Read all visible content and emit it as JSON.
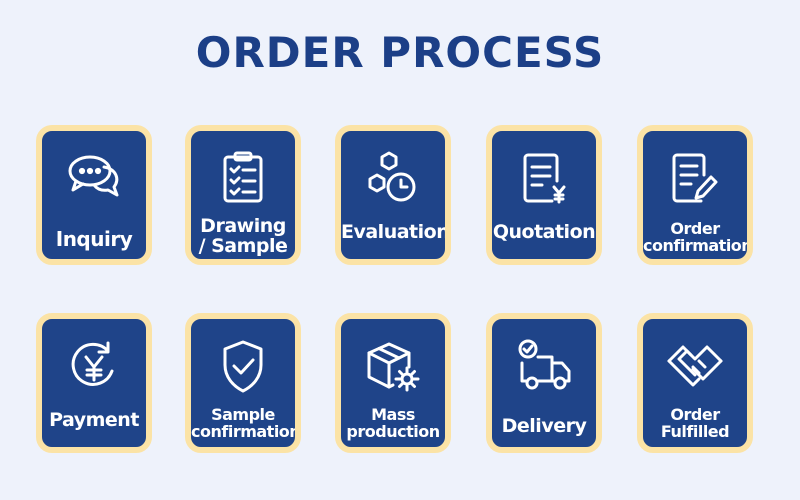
{
  "title": "ORDER PROCESS",
  "colors": {
    "card": "#1f4489",
    "border": "#fbe3a6",
    "title": "#1c3f87",
    "background": "#eef2fb"
  },
  "steps": [
    {
      "label": "Inquiry",
      "icon": "chat-bubbles-icon"
    },
    {
      "label": "Drawing\n/ Sample",
      "icon": "clipboard-checklist-icon"
    },
    {
      "label": "Evaluation",
      "icon": "hexagons-clock-icon"
    },
    {
      "label": "Quotation",
      "icon": "document-yen-icon"
    },
    {
      "label": "Order\nconfirmation",
      "icon": "document-pen-icon"
    },
    {
      "label": "Payment",
      "icon": "yen-refresh-icon"
    },
    {
      "label": "Sample\nconfirmation",
      "icon": "shield-check-icon"
    },
    {
      "label": "Mass\nproduction",
      "icon": "box-gear-icon"
    },
    {
      "label": "Delivery",
      "icon": "delivery-truck-icon"
    },
    {
      "label": "Order\nFulfilled",
      "icon": "handshake-icon"
    }
  ]
}
